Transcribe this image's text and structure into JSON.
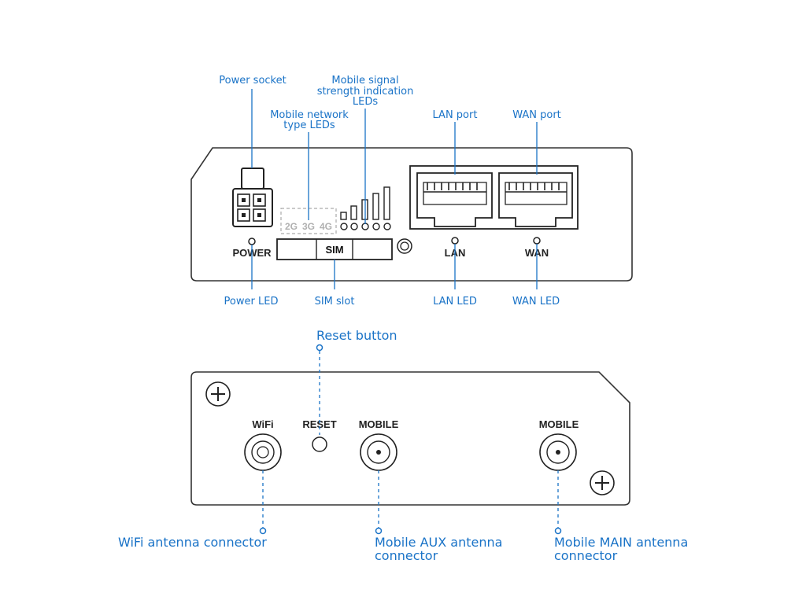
{
  "front_panel": {
    "callouts": {
      "power_socket": "Power socket",
      "mobile_signal_line1": "Mobile signal",
      "mobile_signal_line2": "strength indication",
      "mobile_signal_line3": "LEDs",
      "mobile_network_line1": "Mobile network",
      "mobile_network_line2": "type LEDs",
      "lan_port": "LAN port",
      "wan_port": "WAN port",
      "power_led": "Power LED",
      "sim_slot": "SIM slot",
      "lan_led": "LAN LED",
      "wan_led": "WAN LED"
    },
    "labels": {
      "power": "POWER",
      "sim": "SIM",
      "lan": "LAN",
      "wan": "WAN",
      "net_2g": "2G",
      "net_3g": "3G",
      "net_4g": "4G"
    }
  },
  "back_panel": {
    "callouts": {
      "reset_button": "Reset button",
      "wifi_antenna": "WiFi antenna connector",
      "mobile_aux_line1": "Mobile AUX antenna",
      "mobile_aux_line2": "connector",
      "mobile_main_line1": "Mobile MAIN antenna",
      "mobile_main_line2": "connector"
    },
    "labels": {
      "wifi": "WiFi",
      "reset": "RESET",
      "mobile_aux": "MOBILE",
      "mobile_main": "MOBILE"
    }
  },
  "colors": {
    "callout": "#1a73c7",
    "outline": "#333333",
    "led_type_text": "#b0b0b0"
  }
}
